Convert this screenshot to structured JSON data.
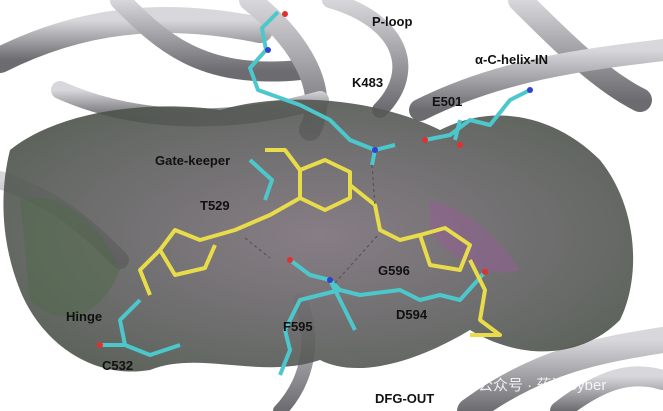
{
  "labels": {
    "p_loop": "P-loop",
    "ac_helix": "α-C-helix-IN",
    "k483": "K483",
    "e501": "E501",
    "gatekeeper": "Gate-keeper",
    "t529": "T529",
    "g596": "G596",
    "hinge": "Hinge",
    "f595": "F595",
    "d594": "D594",
    "c532": "C532",
    "dfg_out": "DFG-OUT"
  },
  "watermark": "公众号 · 药渡Cyber",
  "colors": {
    "ligand": "#e8dc4a",
    "residues": "#4cc8cc",
    "surface": "#5a5a5a",
    "ribbon": "#a8a8ac"
  }
}
